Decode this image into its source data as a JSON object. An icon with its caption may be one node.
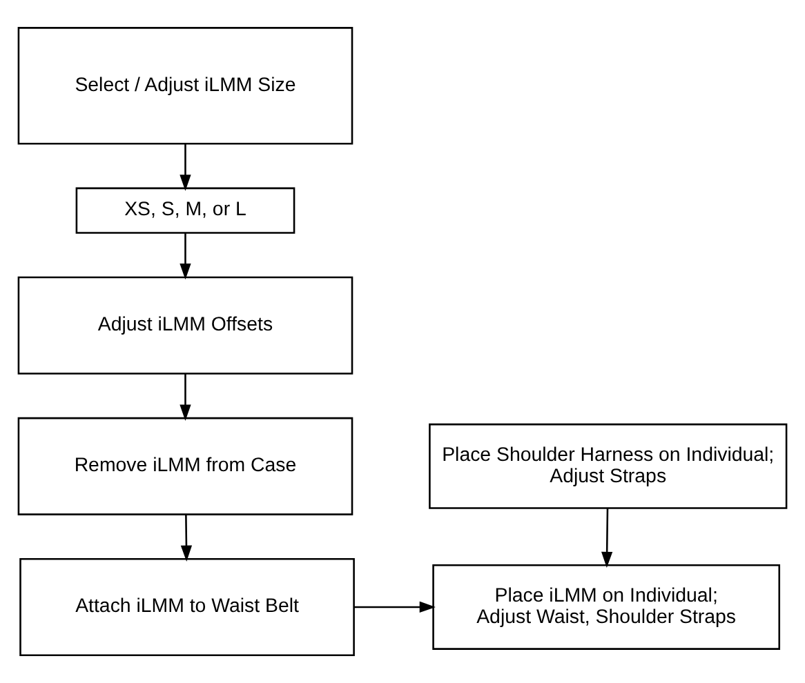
{
  "diagram": {
    "nodes": [
      {
        "text": [
          "Select / Adjust iLMM Size"
        ]
      },
      {
        "text": [
          "XS, S, M, or L"
        ]
      },
      {
        "text": [
          "Adjust iLMM Offsets"
        ]
      },
      {
        "text": [
          "Remove iLMM from Case"
        ]
      },
      {
        "text": [
          "Place Shoulder Harness on Individual; Adjust Straps"
        ]
      },
      {
        "text": [
          "Attach iLMM to Waist Belt"
        ]
      },
      {
        "text": [
          "Place iLMM on Individual; Adjust Waist, Shoulder Straps"
        ]
      }
    ],
    "edges": [
      {
        "from": 0,
        "to": 1,
        "arrow": "to"
      },
      {
        "from": 1,
        "to": 2,
        "arrow": "to"
      },
      {
        "from": 2,
        "to": 3,
        "arrow": "to"
      },
      {
        "from": 3,
        "to": 5,
        "arrow": "to"
      },
      {
        "from": 5,
        "to": 6,
        "arrow": "to"
      },
      {
        "from": 4,
        "to": 6,
        "arrow": "to"
      }
    ]
  }
}
